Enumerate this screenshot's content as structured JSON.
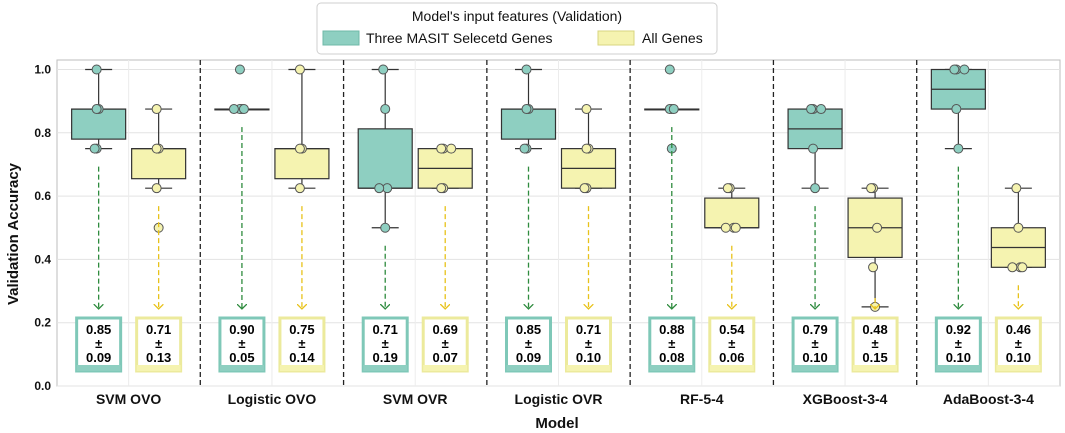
{
  "chart_data": {
    "type": "box",
    "xlabel": "Model",
    "ylabel": "Validation Accuracy",
    "ylim": [
      0.0,
      1.03
    ],
    "yticks": [
      "0.0",
      "0.2",
      "0.4",
      "0.6",
      "0.8",
      "1.0"
    ],
    "categories": [
      "SVM OVO",
      "Logistic OVO",
      "SVM OVR",
      "Logistic OVR",
      "RF-5-4",
      "XGBoost-3-4",
      "AdaBoost-3-4"
    ],
    "legend": {
      "title": "Model's input features (Validation)",
      "placement": "top-center",
      "entries": [
        "Three MASIT Selecetd Genes",
        "All Genes"
      ]
    },
    "grid": true,
    "series": [
      {
        "name": "Three MASIT Selecetd Genes",
        "color": "#8ecfc1",
        "edge_color": "#7fc8b8",
        "arrow_color": "#2e8b3e",
        "boxes": [
          {
            "min": 0.75,
            "q1": 0.78,
            "median": 0.875,
            "q3": 0.875,
            "max": 1.0,
            "points": [
              1.0,
              0.875,
              0.875,
              0.75,
              0.75
            ]
          },
          {
            "min": 0.875,
            "q1": 0.875,
            "median": 0.875,
            "q3": 0.875,
            "max": 0.875,
            "points": [
              1.0,
              0.875,
              0.875,
              0.875,
              0.875
            ]
          },
          {
            "min": 0.5,
            "q1": 0.625,
            "median": 0.625,
            "q3": 0.8125,
            "max": 1.0,
            "points": [
              1.0,
              0.875,
              0.625,
              0.625,
              0.5
            ]
          },
          {
            "min": 0.75,
            "q1": 0.78,
            "median": 0.875,
            "q3": 0.875,
            "max": 1.0,
            "points": [
              1.0,
              0.875,
              0.875,
              0.75,
              0.75
            ]
          },
          {
            "min": 0.875,
            "q1": 0.875,
            "median": 0.875,
            "q3": 0.875,
            "max": 0.875,
            "points": [
              1.0,
              0.875,
              0.875,
              0.875,
              0.75
            ]
          },
          {
            "min": 0.625,
            "q1": 0.75,
            "median": 0.8125,
            "q3": 0.875,
            "max": 0.875,
            "points": [
              0.875,
              0.875,
              0.875,
              0.75,
              0.625
            ]
          },
          {
            "min": 0.75,
            "q1": 0.875,
            "median": 0.9375,
            "q3": 1.0,
            "max": 1.0,
            "points": [
              1.0,
              1.0,
              1.0,
              0.875,
              0.75
            ]
          }
        ],
        "stats": [
          {
            "mean": "0.85",
            "pm": "±",
            "sd": "0.09"
          },
          {
            "mean": "0.90",
            "pm": "±",
            "sd": "0.05"
          },
          {
            "mean": "0.71",
            "pm": "±",
            "sd": "0.19"
          },
          {
            "mean": "0.85",
            "pm": "±",
            "sd": "0.09"
          },
          {
            "mean": "0.88",
            "pm": "±",
            "sd": "0.08"
          },
          {
            "mean": "0.79",
            "pm": "±",
            "sd": "0.10"
          },
          {
            "mean": "0.92",
            "pm": "±",
            "sd": "0.10"
          }
        ]
      },
      {
        "name": "All Genes",
        "color": "#f5f3b0",
        "edge_color": "#ecea9c",
        "arrow_color": "#e8c21a",
        "boxes": [
          {
            "min": 0.625,
            "q1": 0.655,
            "median": 0.75,
            "q3": 0.75,
            "max": 0.875,
            "points": [
              0.875,
              0.75,
              0.75,
              0.625,
              0.5
            ]
          },
          {
            "min": 0.625,
            "q1": 0.655,
            "median": 0.75,
            "q3": 0.75,
            "max": 1.0,
            "points": [
              1.0,
              0.75,
              0.75,
              0.625
            ]
          },
          {
            "min": 0.625,
            "q1": 0.625,
            "median": 0.6875,
            "q3": 0.75,
            "max": 0.75,
            "points": [
              0.75,
              0.75,
              0.75,
              0.625,
              0.625
            ]
          },
          {
            "min": 0.625,
            "q1": 0.625,
            "median": 0.6875,
            "q3": 0.75,
            "max": 0.875,
            "points": [
              0.875,
              0.75,
              0.75,
              0.625,
              0.625
            ]
          },
          {
            "min": 0.5,
            "q1": 0.5,
            "median": 0.5,
            "q3": 0.59375,
            "max": 0.625,
            "points": [
              0.625,
              0.625,
              0.5,
              0.5,
              0.5
            ]
          },
          {
            "min": 0.25,
            "q1": 0.40625,
            "median": 0.5,
            "q3": 0.59375,
            "max": 0.625,
            "points": [
              0.625,
              0.625,
              0.5,
              0.375,
              0.25
            ]
          },
          {
            "min": 0.375,
            "q1": 0.375,
            "median": 0.4375,
            "q3": 0.5,
            "max": 0.625,
            "points": [
              0.625,
              0.5,
              0.375,
              0.375,
              0.375
            ]
          }
        ],
        "stats": [
          {
            "mean": "0.71",
            "pm": "±",
            "sd": "0.13"
          },
          {
            "mean": "0.75",
            "pm": "±",
            "sd": "0.14"
          },
          {
            "mean": "0.69",
            "pm": "±",
            "sd": "0.07"
          },
          {
            "mean": "0.71",
            "pm": "±",
            "sd": "0.10"
          },
          {
            "mean": "0.54",
            "pm": "±",
            "sd": "0.06"
          },
          {
            "mean": "0.48",
            "pm": "±",
            "sd": "0.15"
          },
          {
            "mean": "0.46",
            "pm": "±",
            "sd": "0.10"
          }
        ]
      }
    ]
  }
}
